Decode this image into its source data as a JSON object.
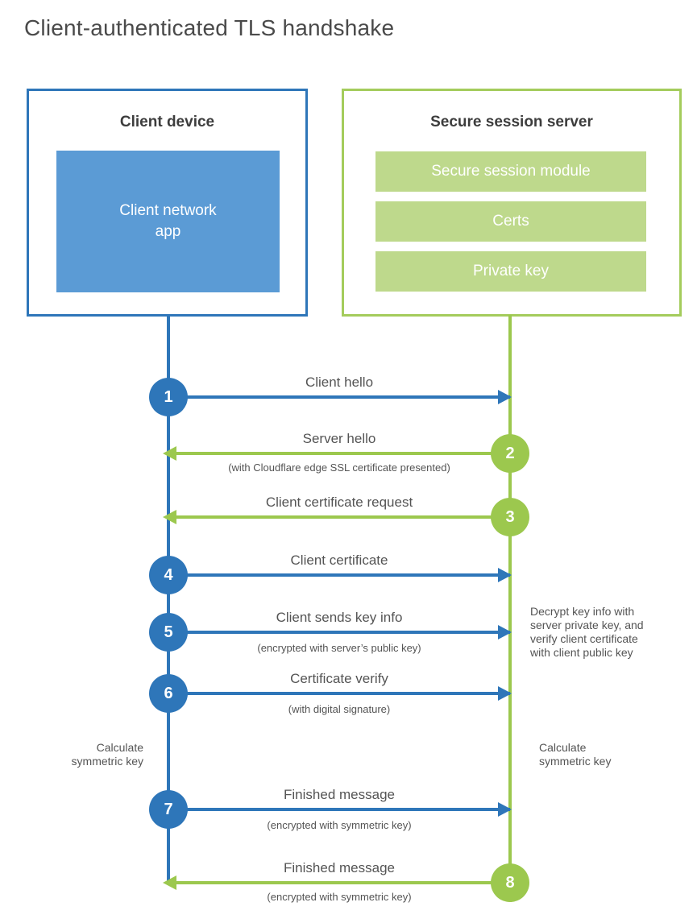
{
  "title": "Client-authenticated TLS handshake",
  "client_box": {
    "title": "Client device",
    "app_label": "Client network\napp"
  },
  "server_box": {
    "title": "Secure session server",
    "modules": [
      "Secure session module",
      "Certs",
      "Private key"
    ]
  },
  "steps": [
    {
      "number": "1",
      "from": "client",
      "to": "server",
      "label": "Client hello",
      "sublabel": ""
    },
    {
      "number": "2",
      "from": "server",
      "to": "client",
      "label": "Server hello",
      "sublabel": "(with Cloudflare edge SSL certificate presented)"
    },
    {
      "number": "3",
      "from": "server",
      "to": "client",
      "label": "Client certificate request",
      "sublabel": ""
    },
    {
      "number": "4",
      "from": "client",
      "to": "server",
      "label": "Client certificate",
      "sublabel": ""
    },
    {
      "number": "5",
      "from": "client",
      "to": "server",
      "label": "Client sends key info",
      "sublabel": "(encrypted with server’s public key)"
    },
    {
      "number": "6",
      "from": "client",
      "to": "server",
      "label": "Certificate verify",
      "sublabel": "(with digital signature)"
    },
    {
      "number": "7",
      "from": "client",
      "to": "server",
      "label": "Finished message",
      "sublabel": "(encrypted with symmetric key)"
    },
    {
      "number": "8",
      "from": "server",
      "to": "client",
      "label": "Finished message",
      "sublabel": "(encrypted with symmetric key)"
    }
  ],
  "annotations": {
    "calculate_left": "Calculate\nsymmetric key",
    "calculate_right": "Calculate\nsymmetric key",
    "decrypt_note": "Decrypt key info with\nserver private key, and\nverify client certificate\nwith client public key"
  },
  "colors": {
    "blue": "#2e76b9",
    "blue_light": "#5b9bd5",
    "green": "#9cc84e",
    "green_border": "#a4cc5c",
    "green_light": "#bed98c",
    "heading_text": "#3d3d3d",
    "label_text": "#545454"
  }
}
